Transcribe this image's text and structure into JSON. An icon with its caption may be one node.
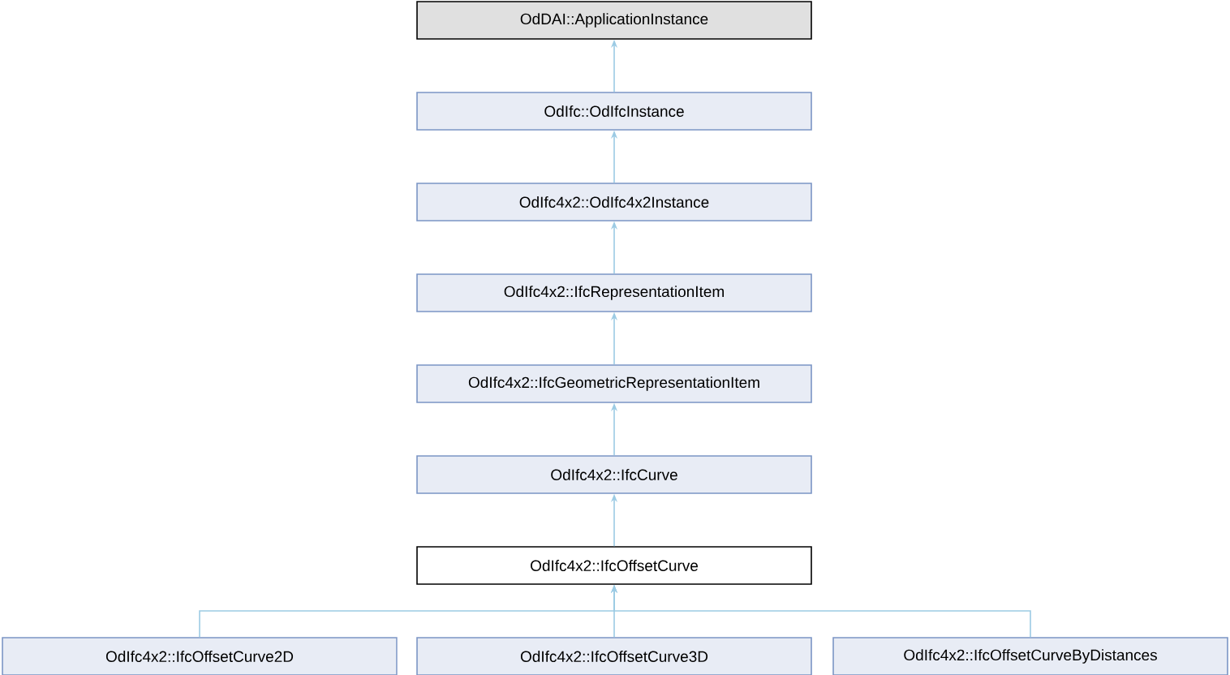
{
  "diagram": {
    "nodes": [
      {
        "text": [
          "OdDAI::ApplicationInstance"
        ]
      },
      {
        "text": [
          "OdIfc::OdIfcInstance"
        ]
      },
      {
        "text": [
          "OdIfc4x2::OdIfc4x2Instance"
        ]
      },
      {
        "text": [
          "OdIfc4x2::IfcRepresentationItem"
        ]
      },
      {
        "text": [
          "OdIfc4x2::IfcGeometricRepresentationItem"
        ]
      },
      {
        "text": [
          "OdIfc4x2::IfcCurve"
        ]
      },
      {
        "text": [
          "OdIfc4x2::IfcOffsetCurve"
        ]
      },
      {
        "text": [
          "OdIfc4x2::IfcOffsetCurve2D"
        ]
      },
      {
        "text": [
          "OdIfc4x2::IfcOffsetCurve3D"
        ]
      },
      {
        "text": [
          "OdIfc4x2::IfcOffsetCurveByDistances"
        ]
      }
    ],
    "edges": [
      {
        "from": 1,
        "to": 0,
        "arrow": "to"
      },
      {
        "from": 2,
        "to": 1,
        "arrow": "to"
      },
      {
        "from": 3,
        "to": 2,
        "arrow": "to"
      },
      {
        "from": 4,
        "to": 3,
        "arrow": "to"
      },
      {
        "from": 5,
        "to": 4,
        "arrow": "to"
      },
      {
        "from": 6,
        "to": 5,
        "arrow": "to"
      },
      {
        "from": 7,
        "to": 6,
        "arrow": "to"
      },
      {
        "from": 8,
        "to": 6,
        "arrow": "to"
      },
      {
        "from": 9,
        "to": 6,
        "arrow": "to"
      }
    ]
  }
}
